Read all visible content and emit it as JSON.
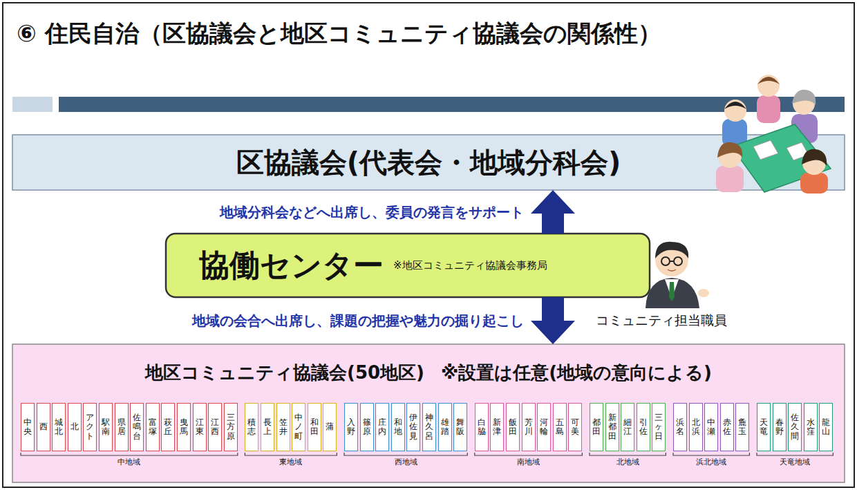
{
  "diagram": {
    "title": "⑥ 住民自治（区協議会と地区コミュニティ協議会の関係性）",
    "nodes": [
      {
        "text": [
          "区協議会(代表会・地域分科会)"
        ]
      },
      {
        "text": [
          "協働センター",
          "※地区コミュニティ協議会事務局"
        ]
      },
      {
        "text": [
          "地区コミュニティ協議会(50地区)",
          "※設置は任意(地域の意向による)"
        ]
      },
      {
        "text": [
          "中央"
        ],
        "in": 2
      },
      {
        "text": [
          "西"
        ],
        "in": 2
      },
      {
        "text": [
          "城北"
        ],
        "in": 2
      },
      {
        "text": [
          "北"
        ],
        "in": 2
      },
      {
        "text": [
          "アクト"
        ],
        "in": 2
      },
      {
        "text": [
          "駅南"
        ],
        "in": 2
      },
      {
        "text": [
          "県居"
        ],
        "in": 2
      },
      {
        "text": [
          "佐鳴台"
        ],
        "in": 2
      },
      {
        "text": [
          "富塚"
        ],
        "in": 2
      },
      {
        "text": [
          "萩丘"
        ],
        "in": 2
      },
      {
        "text": [
          "曳馬"
        ],
        "in": 2
      },
      {
        "text": [
          "江東"
        ],
        "in": 2
      },
      {
        "text": [
          "江西"
        ],
        "in": 2
      },
      {
        "text": [
          "三方原"
        ],
        "in": 2
      },
      {
        "text": [
          "積志"
        ],
        "in": 2
      },
      {
        "text": [
          "長上"
        ],
        "in": 2
      },
      {
        "text": [
          "笠井"
        ],
        "in": 2
      },
      {
        "text": [
          "中ノ町"
        ],
        "in": 2
      },
      {
        "text": [
          "和田"
        ],
        "in": 2
      },
      {
        "text": [
          "蒲"
        ],
        "in": 2
      },
      {
        "text": [
          "入野"
        ],
        "in": 2
      },
      {
        "text": [
          "篠原"
        ],
        "in": 2
      },
      {
        "text": [
          "庄内"
        ],
        "in": 2
      },
      {
        "text": [
          "和地"
        ],
        "in": 2
      },
      {
        "text": [
          "伊佐見"
        ],
        "in": 2
      },
      {
        "text": [
          "神久呂"
        ],
        "in": 2
      },
      {
        "text": [
          "雄踏"
        ],
        "in": 2
      },
      {
        "text": [
          "舞阪"
        ],
        "in": 2
      },
      {
        "text": [
          "白脇"
        ],
        "in": 2
      },
      {
        "text": [
          "新津"
        ],
        "in": 2
      },
      {
        "text": [
          "飯田"
        ],
        "in": 2
      },
      {
        "text": [
          "芳川"
        ],
        "in": 2
      },
      {
        "text": [
          "河輪"
        ],
        "in": 2
      },
      {
        "text": [
          "五島"
        ],
        "in": 2
      },
      {
        "text": [
          "可美"
        ],
        "in": 2
      },
      {
        "text": [
          "都田"
        ],
        "in": 2
      },
      {
        "text": [
          "新都田"
        ],
        "in": 2
      },
      {
        "text": [
          "細江"
        ],
        "in": 2
      },
      {
        "text": [
          "引佐"
        ],
        "in": 2
      },
      {
        "text": [
          "三ヶ日"
        ],
        "in": 2
      },
      {
        "text": [
          "浜名"
        ],
        "in": 2
      },
      {
        "text": [
          "北浜"
        ],
        "in": 2
      },
      {
        "text": [
          "中瀬"
        ],
        "in": 2
      },
      {
        "text": [
          "赤佐"
        ],
        "in": 2
      },
      {
        "text": [
          "麁玉"
        ],
        "in": 2
      },
      {
        "text": [
          "天竜"
        ],
        "in": 2
      },
      {
        "text": [
          "春野"
        ],
        "in": 2
      },
      {
        "text": [
          "佐久間"
        ],
        "in": 2
      },
      {
        "text": [
          "水窪"
        ],
        "in": 2
      },
      {
        "text": [
          "龍山"
        ],
        "in": 2
      }
    ],
    "edges": [
      {
        "from": 1,
        "to": 0,
        "arrow": "to",
        "label": "地域分科会などへ出席し、委員の発言をサポート"
      },
      {
        "from": 1,
        "to": 2,
        "arrow": "to",
        "label": "地域の会合へ出席し、課題の把握や魅力の掘り起こし"
      }
    ],
    "labels": [
      "コミュニティ担当職員",
      "中地域",
      "東地域",
      "西地域",
      "南地域",
      "北地域",
      "浜北地域",
      "天竜地域"
    ]
  }
}
